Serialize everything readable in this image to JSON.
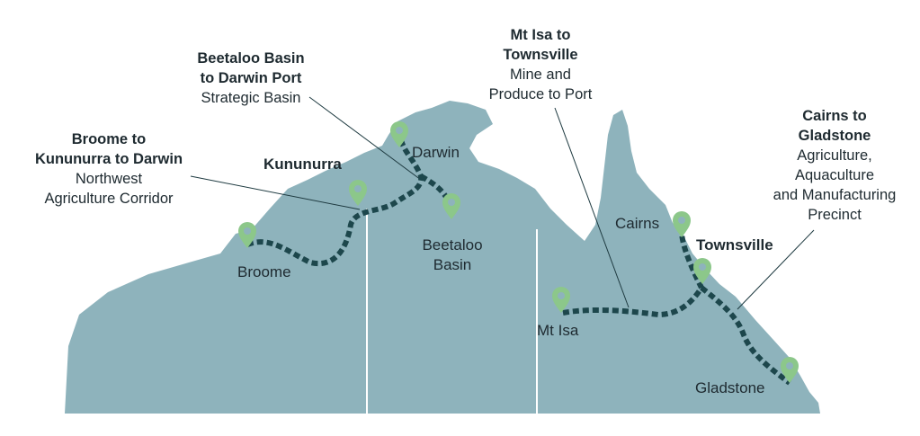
{
  "map": {
    "land_color": "#8eb3bc",
    "border_color": "#ffffff",
    "route_color": "#1d474c",
    "pin_color": "#8cc78a",
    "leader_color": "#1e3a40"
  },
  "places": {
    "broome": "Broome",
    "kununurra": "Kununurra",
    "darwin": "Darwin",
    "beetaloo": [
      "Beetaloo",
      "Basin"
    ],
    "mt_isa": "Mt Isa",
    "cairns": "Cairns",
    "townsville": "Townsville",
    "gladstone": "Gladstone"
  },
  "corridors": [
    {
      "title_lines": [
        "Broome to",
        "Kununurra to Darwin"
      ],
      "sub_lines": [
        "Northwest",
        "Agriculture Corridor"
      ]
    },
    {
      "title_lines": [
        "Beetaloo Basin",
        "to Darwin Port"
      ],
      "sub_lines": [
        "Strategic Basin"
      ]
    },
    {
      "title_lines": [
        "Mt Isa to",
        "Townsville"
      ],
      "sub_lines": [
        "Mine and",
        "Produce to Port"
      ]
    },
    {
      "title_lines": [
        "Cairns to",
        "Gladstone"
      ],
      "sub_lines": [
        "Agriculture,",
        "Aquaculture",
        "and Manufacturing",
        "Precinct"
      ]
    }
  ]
}
